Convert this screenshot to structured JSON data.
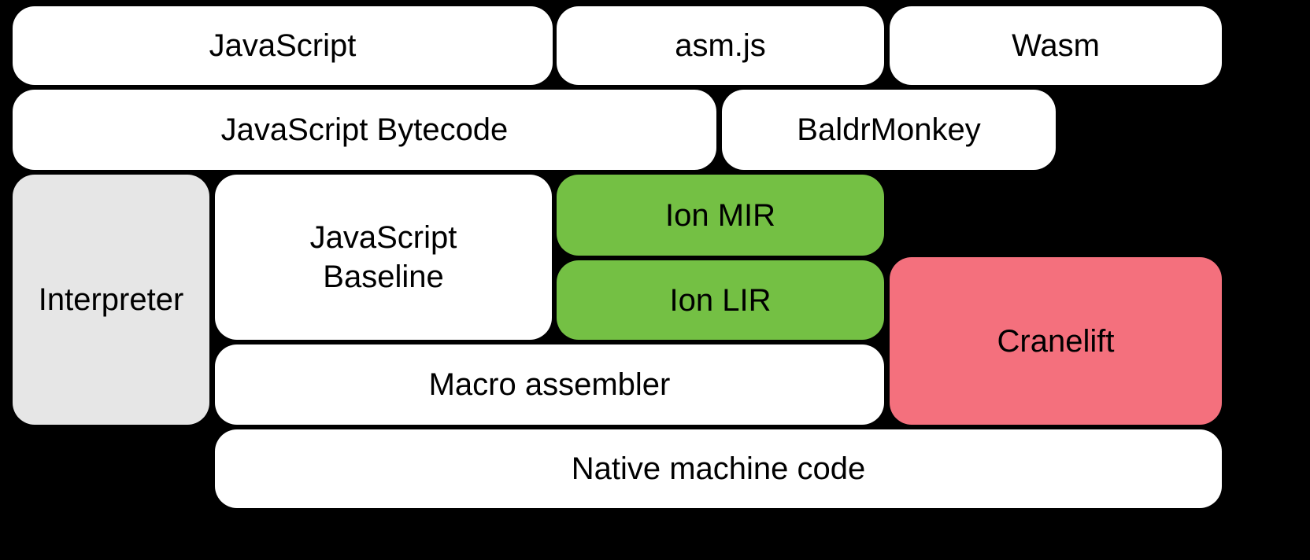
{
  "colors": {
    "background": "#000000",
    "box_default": "#FFFFFF",
    "box_interpreter": "#E6E6E6",
    "box_ion": "#74C044",
    "box_cranelift": "#F4707D",
    "text": "#000000"
  },
  "boxes": {
    "javascript": "JavaScript",
    "asm_js": "asm.js",
    "wasm": "Wasm",
    "javascript_bytecode": "JavaScript Bytecode",
    "baldrmonkey": "BaldrMonkey",
    "interpreter": "Interpreter",
    "javascript_baseline": "JavaScript\nBaseline",
    "ion_mir": "Ion MIR",
    "ion_lir": "Ion LIR",
    "cranelift": "Cranelift",
    "macro_assembler": "Macro assembler",
    "native_machine_code": "Native machine code"
  }
}
